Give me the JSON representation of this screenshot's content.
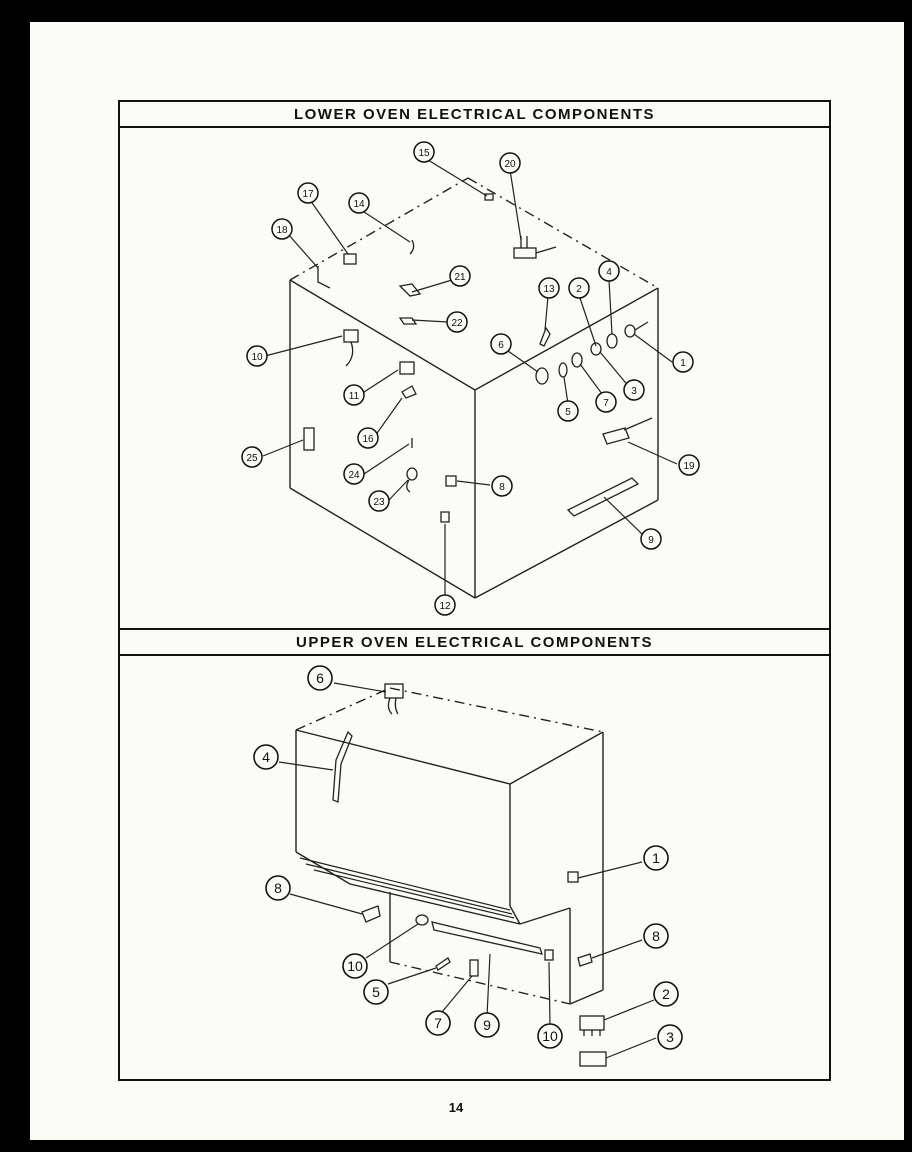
{
  "lower_section": {
    "title": "LOWER OVEN ELECTRICAL COMPONENTS",
    "callouts": [
      "1",
      "2",
      "3",
      "4",
      "5",
      "6",
      "7",
      "8",
      "9",
      "10",
      "11",
      "12",
      "13",
      "14",
      "15",
      "16",
      "17",
      "18",
      "19",
      "20",
      "21",
      "22",
      "23",
      "24",
      "25"
    ]
  },
  "upper_section": {
    "title": "UPPER OVEN ELECTRICAL COMPONENTS",
    "callouts": [
      "1",
      "2",
      "3",
      "4",
      "5",
      "6",
      "7",
      "8",
      "8",
      "9",
      "10",
      "10"
    ]
  },
  "page_number": "14"
}
